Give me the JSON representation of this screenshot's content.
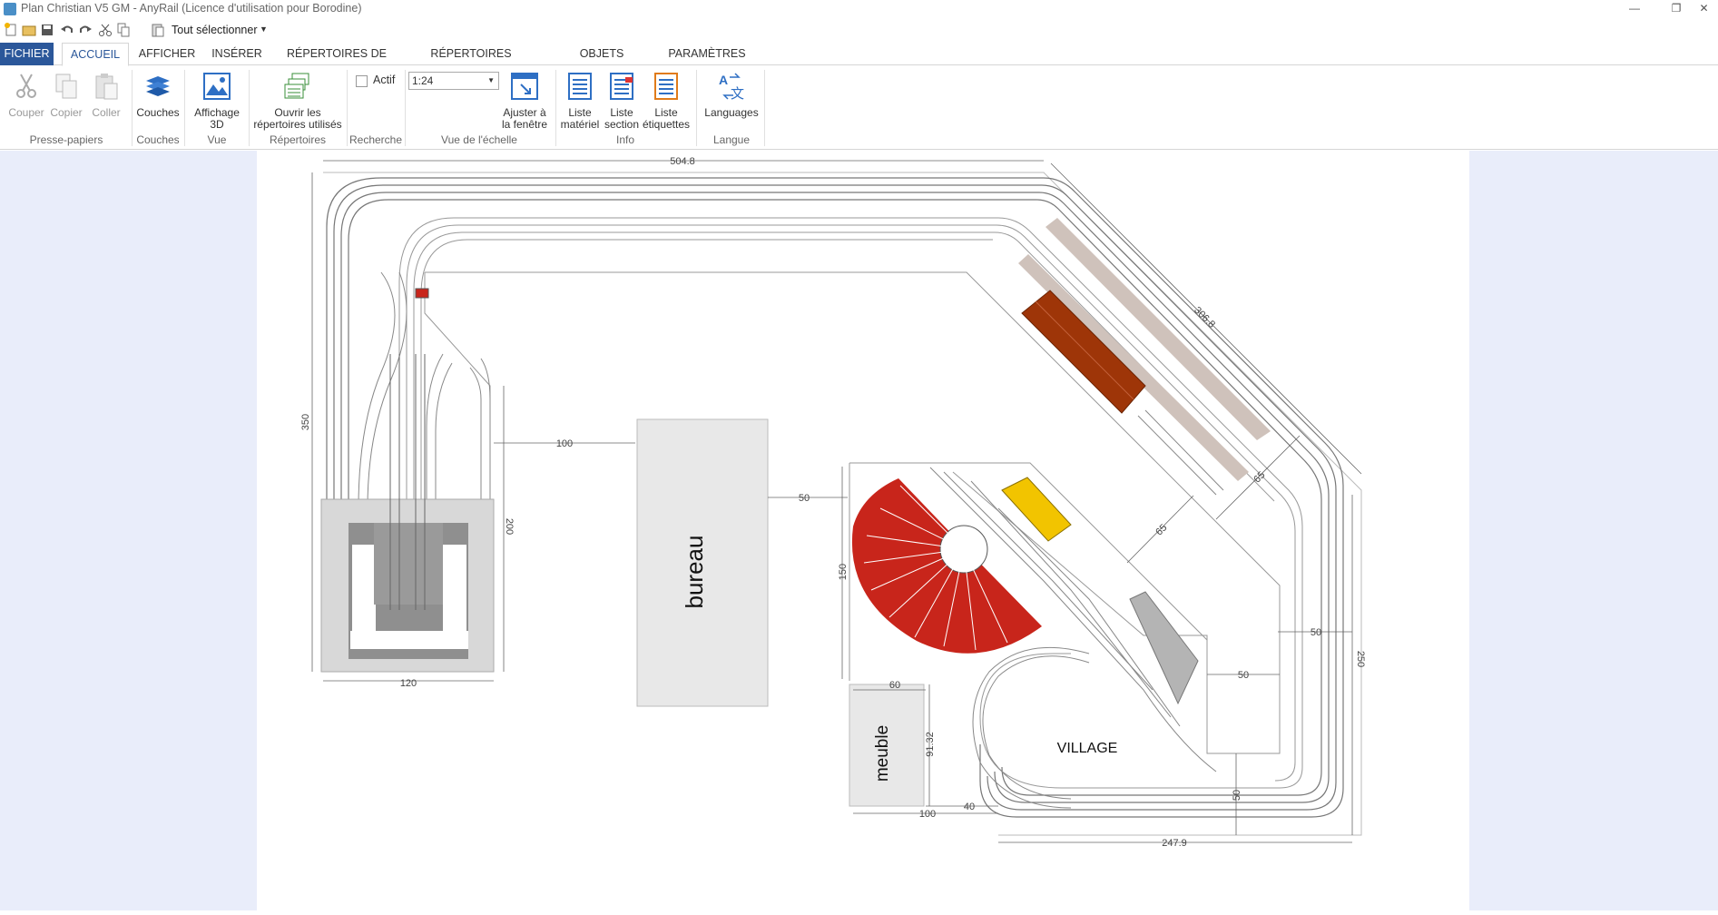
{
  "window": {
    "title": "Plan Christian V5 GM - AnyRail (Licence d'utilisation pour Borodine)",
    "minimize": "—",
    "restore": "❐",
    "close": "✕"
  },
  "qat": {
    "select_all_label": "Tout sélectionner",
    "dropdown_arrow": "▼"
  },
  "tabs": [
    "FICHIER",
    "ACCUEIL",
    "AFFICHER",
    "INSÉRER",
    "RÉPERTOIRES DE RAILS",
    "RÉPERTOIRES D'OBJETS",
    "OBJETS UTILISATEUR",
    "PARAMÈTRES"
  ],
  "ribbon": {
    "cut": "Couper",
    "copy": "Copier",
    "paste": "Coller",
    "group_clipboard": "Presse-papiers",
    "layers": "Couches",
    "group_layers": "Couches",
    "view3d_line1": "Affichage",
    "view3d_line2": "3D",
    "group_view": "Vue",
    "open_repos_line1": "Ouvrir les",
    "open_repos_line2": "répertoires utilisés",
    "group_repos": "Répertoires",
    "active_label": "Actif",
    "group_search": "Recherche",
    "scale_value": "1:24",
    "fit_line1": "Ajuster à",
    "fit_line2": "la fenêtre",
    "group_scale": "Vue de l'échelle",
    "list_material_line1": "Liste",
    "list_material_line2": "matériel",
    "list_section_line1": "Liste",
    "list_section_line2": "section",
    "list_labels_line1": "Liste",
    "list_labels_line2": "étiquettes",
    "group_info": "Info",
    "languages": "Languages",
    "group_language": "Langue"
  },
  "plan": {
    "labels": {
      "bureau": "bureau",
      "meuble": "meuble",
      "village": "VILLAGE"
    },
    "dimensions": {
      "top_width": "504.8",
      "left_height": "350",
      "diagonal": "306.8",
      "staging_width": "120",
      "staging_height": "200",
      "gap_left": "100",
      "gap_bureau": "50",
      "peninsula_height": "150",
      "meuble_width": "60",
      "meuble_height": "91.32",
      "meuble_bottom": "100",
      "meuble_gap": "40",
      "right_height": "250",
      "bottom_width": "247.9",
      "aisle_right": "50",
      "aisle_inner": "50",
      "diag_depth_1": "65",
      "diag_depth_2": "65",
      "aisle_bottom": "50"
    }
  },
  "colors": {
    "file_tab": "#2b579a",
    "workspace_bg": "#e9edfa",
    "roundhouse": "#c8251b",
    "station_roof": "#9e3508",
    "platform": "#cfc2bb",
    "yellow_building": "#f2c400",
    "grey_block": "#b4b4b4"
  }
}
